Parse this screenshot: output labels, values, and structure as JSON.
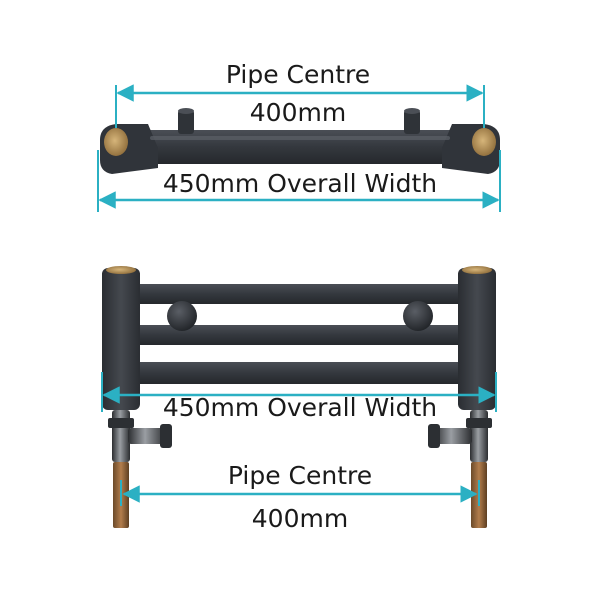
{
  "top_view": {
    "pipe_centre_title": "Pipe Centre",
    "pipe_centre_value": "400mm",
    "overall_width": "450mm Overall Width"
  },
  "front_view": {
    "overall_width": "450mm Overall Width",
    "pipe_centre_title": "Pipe Centre",
    "pipe_centre_value": "400mm"
  },
  "colors": {
    "dimension_line": "#2bb0c3",
    "radiator_body": "#3c4046",
    "brass": "#b8945a",
    "chrome": "#8c8f94"
  }
}
